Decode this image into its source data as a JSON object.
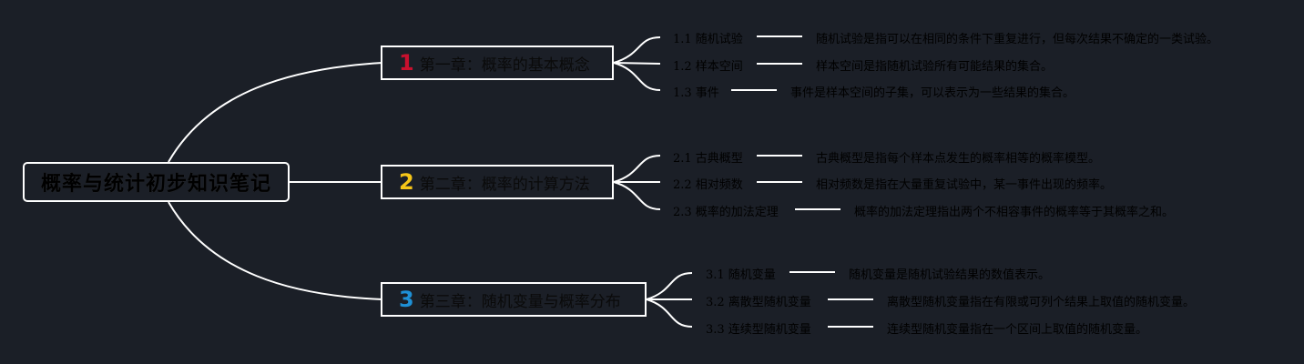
{
  "root": {
    "title": "概率与统计初步知识笔记"
  },
  "colors": {
    "background": "#1b1f27",
    "line": "#ffffff",
    "ch1": "#c8102e",
    "ch2": "#f5c518",
    "ch3": "#1e90d6"
  },
  "chapters": [
    {
      "num": "1",
      "label": "第一章：概率的基本概念",
      "items": [
        {
          "label": "1.1 随机试验",
          "desc": "随机试验是指可以在相同的条件下重复进行，但每次结果不确定的一类试验。"
        },
        {
          "label": "1.2 样本空间",
          "desc": "样本空间是指随机试验所有可能结果的集合。"
        },
        {
          "label": "1.3 事件",
          "desc": "事件是样本空间的子集，可以表示为一些结果的集合。"
        }
      ]
    },
    {
      "num": "2",
      "label": "第二章：概率的计算方法",
      "items": [
        {
          "label": "2.1 古典概型",
          "desc": "古典概型是指每个样本点发生的概率相等的概率模型。"
        },
        {
          "label": "2.2 相对频数",
          "desc": "相对频数是指在大量重复试验中，某一事件出现的频率。"
        },
        {
          "label": "2.3 概率的加法定理",
          "desc": "概率的加法定理指出两个不相容事件的概率等于其概率之和。"
        }
      ]
    },
    {
      "num": "3",
      "label": "第三章：随机变量与概率分布",
      "items": [
        {
          "label": "3.1 随机变量",
          "desc": "随机变量是随机试验结果的数值表示。"
        },
        {
          "label": "3.2 离散型随机变量",
          "desc": "离散型随机变量指在有限或可列个结果上取值的随机变量。"
        },
        {
          "label": "3.3 连续型随机变量",
          "desc": "连续型随机变量指在一个区间上取值的随机变量。"
        }
      ]
    }
  ]
}
